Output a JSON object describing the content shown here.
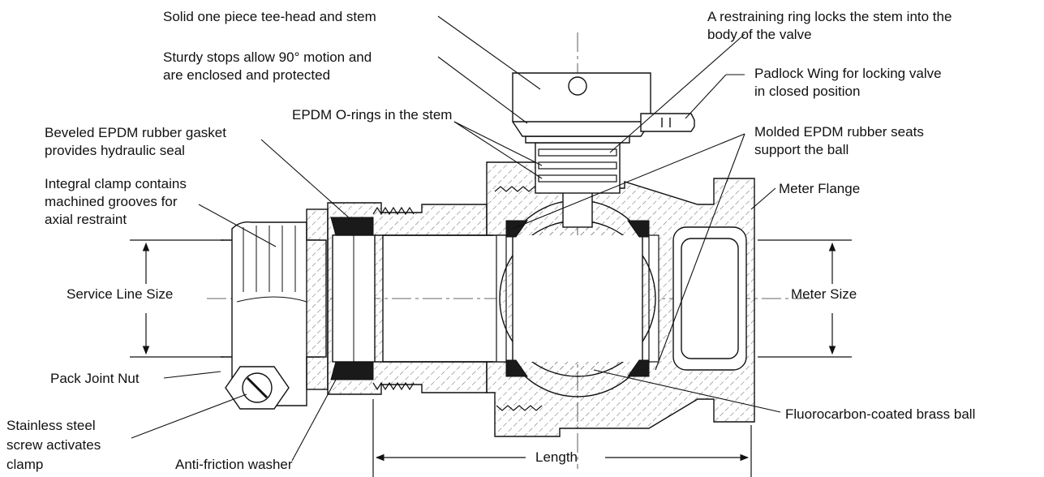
{
  "labels": {
    "tee_head": "Solid one piece tee-head and stem",
    "restraining_ring_1": "A restraining ring locks the stem into the",
    "restraining_ring_2": "body of the valve",
    "stops_1": "Sturdy stops allow 90° motion and",
    "stops_2": "are enclosed and protected",
    "padlock_1": "Padlock Wing for locking valve",
    "padlock_2": "in closed position",
    "o_rings": "EPDM O-rings in the stem",
    "gasket_1": "Beveled EPDM rubber gasket",
    "gasket_2": "provides hydraulic seal",
    "seats_1": "Molded EPDM rubber seats",
    "seats_2": "support the ball",
    "clamp_1": "Integral clamp contains",
    "clamp_2": "machined grooves for",
    "clamp_3": "axial restraint",
    "meter_flange": "Meter Flange",
    "service_line_size": "Service Line Size",
    "meter_size": "Meter Size",
    "pack_joint_nut": "Pack Joint Nut",
    "screw_1": "Stainless steel",
    "screw_2": "screw activates",
    "screw_3": "clamp",
    "washer": "Anti-friction washer",
    "length": "Length",
    "ball": "Fluorocarbon-coated brass ball"
  },
  "colors": {
    "ink": "#111111",
    "seal": "#1a1a1a",
    "hatch": "#555555",
    "background": "#ffffff"
  }
}
